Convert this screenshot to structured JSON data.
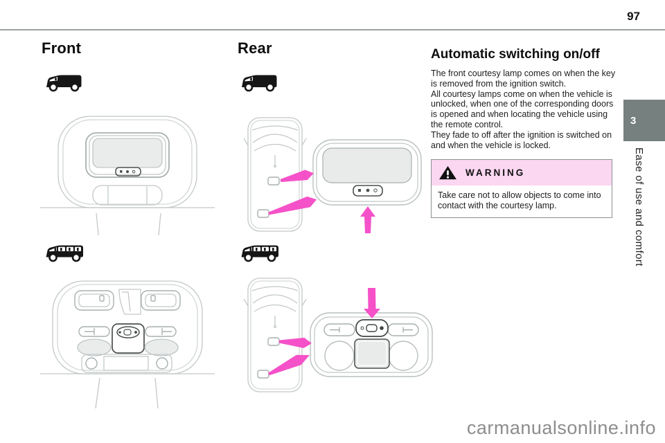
{
  "page": {
    "number": "97",
    "watermark": "carmanualsonline.info"
  },
  "chapter_tab": {
    "number": "3",
    "title": "Ease of use and comfort",
    "tab_color": "#75807f"
  },
  "columns": {
    "front": {
      "heading": "Front"
    },
    "rear": {
      "heading": "Rear"
    }
  },
  "article": {
    "heading": "Automatic switching on/off",
    "lines": [
      "The front courtesy lamp comes on when the key",
      "is removed from the ignition switch.",
      "All courtesy lamps come on when the vehicle is",
      "unlocked, when one of the corresponding doors",
      "is opened and when locating the vehicle using",
      "the remote control.",
      "They fade to off after the ignition is switched on",
      "and when the vehicle is locked."
    ]
  },
  "warning": {
    "title": "WARNING",
    "lines": [
      "Take care not to allow objects to come into",
      "contact with the courtesy lamp."
    ]
  },
  "colors": {
    "callout_arrow": "#f551c8",
    "warning_header_bg": "#fbd7f1",
    "chapter_tab_bg": "#75807f",
    "line_art": "#c3c8c8",
    "header_rule": "#9aa0a0",
    "lamp_lens_fill": "#eaecec"
  },
  "icons": {
    "front_small_vehicle": "cargo-van-icon",
    "front_large_vehicle": "minivan-icon",
    "rear_small_vehicle": "cargo-van-icon",
    "rear_large_vehicle": "minivan-icon",
    "warning": "warning-triangle-icon"
  }
}
